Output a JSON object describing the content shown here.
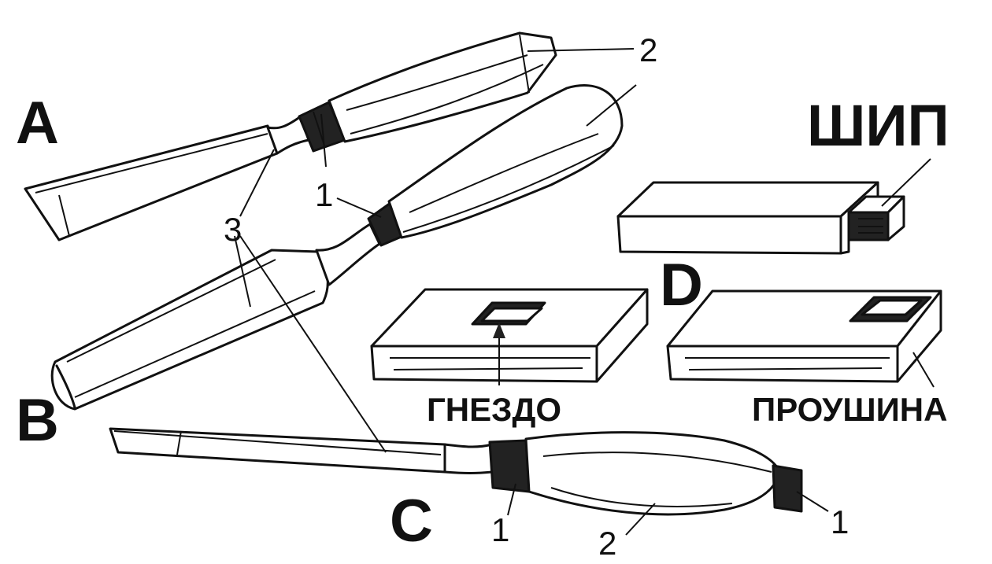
{
  "labels": {
    "tool_a": "A",
    "tool_b": "B",
    "tool_c": "C",
    "joint_d": "D"
  },
  "numbers": {
    "ferrule_1": "1",
    "handle_2": "2",
    "blade_3": "3"
  },
  "joinery": {
    "tenon": "ШИП",
    "mortise": "ГНЕЗДО",
    "slot": "ПРОУШИНА"
  }
}
